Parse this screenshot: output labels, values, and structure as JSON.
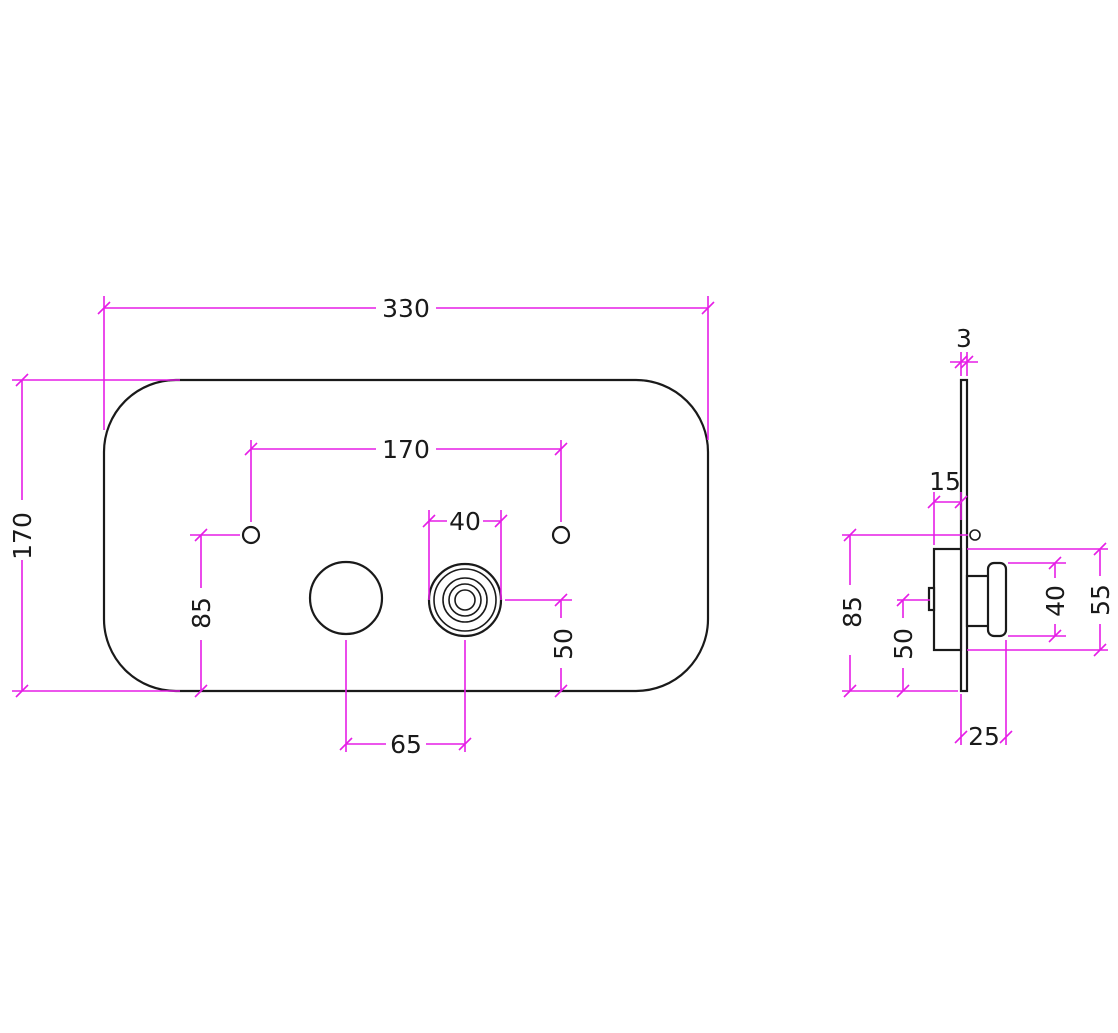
{
  "colors": {
    "outline": "#1a1a1a",
    "dimension": "#e61ee6",
    "background": "#ffffff"
  },
  "front_view": {
    "width_dim": "330",
    "height_dim": "170",
    "hole_spacing_dim": "170",
    "hole_height_dim": "85",
    "knob_spacing_dim": "65",
    "knob_diameter_dim": "40",
    "knob_height_dim": "50"
  },
  "side_view": {
    "plate_thickness_dim": "3",
    "offset_dim": "15",
    "hole_height_dim": "85",
    "body_height_dim": "50",
    "knob_height_dim": "40",
    "body_depth_dim": "55",
    "projection_dim": "25"
  }
}
